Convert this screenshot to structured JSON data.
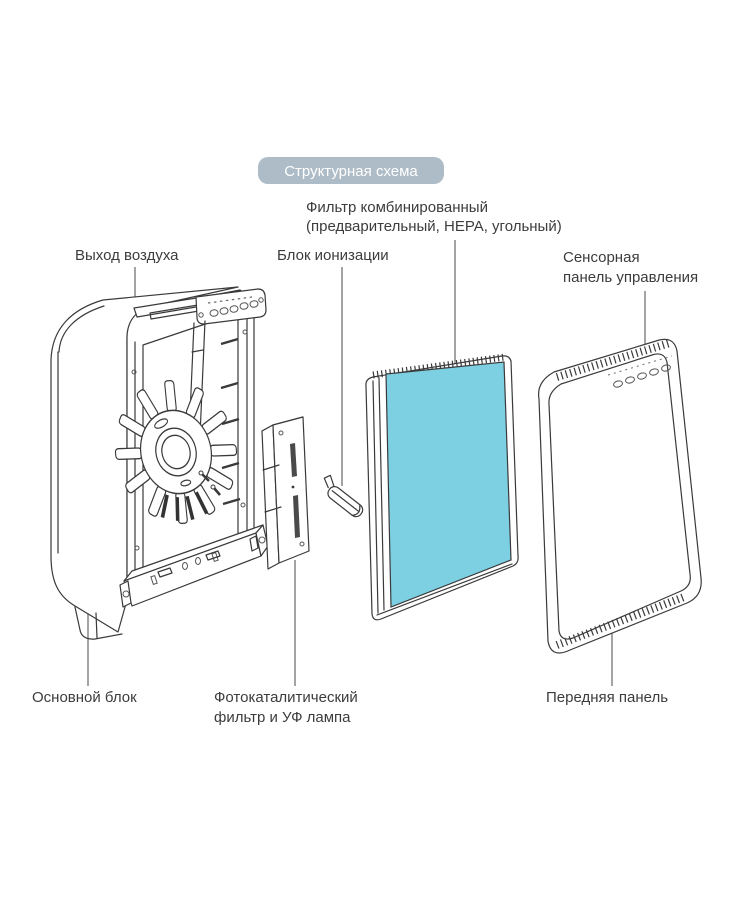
{
  "page": {
    "background": "#ffffff",
    "type": "exploded-parts-diagram",
    "subject": "air purifier"
  },
  "title_badge": {
    "label": "Структурная схема",
    "bg_color": "#aebcc7",
    "text_color": "#ffffff"
  },
  "labels": {
    "combined_filter": {
      "line1": "Фильтр комбинированный",
      "line2": "(предварительный, HEPA, угольный)"
    },
    "air_outlet": "Выход воздуха",
    "ionization_block": "Блок ионизации",
    "touch_panel": {
      "line1": "Сенсорная",
      "line2": "панель управления"
    },
    "main_unit": "Основной блок",
    "photocatalytic_filter": {
      "line1": "Фотокаталитический",
      "line2": "фильтр и УФ лампа"
    },
    "front_panel": "Передняя панель"
  },
  "colors": {
    "drawing_line": "#3a3a3a",
    "leader_line": "#7d7d7d",
    "label_text": "#3c3c3c",
    "filter_blue": "#7dcfe2",
    "badge_bg": "#aebcc7",
    "badge_text": "#ffffff"
  }
}
